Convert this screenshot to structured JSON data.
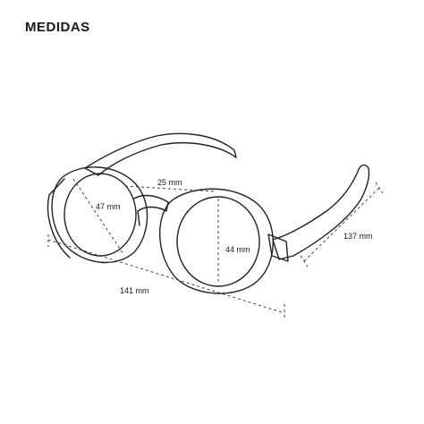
{
  "header": {
    "title": "MEDIDAS"
  },
  "measurements": {
    "lens_width": "47 mm",
    "bridge": "25 mm",
    "lens_height": "44 mm",
    "temple_length": "137 mm",
    "total_width": "141 mm"
  },
  "colors": {
    "stroke": "#222222",
    "background": "#ffffff"
  }
}
